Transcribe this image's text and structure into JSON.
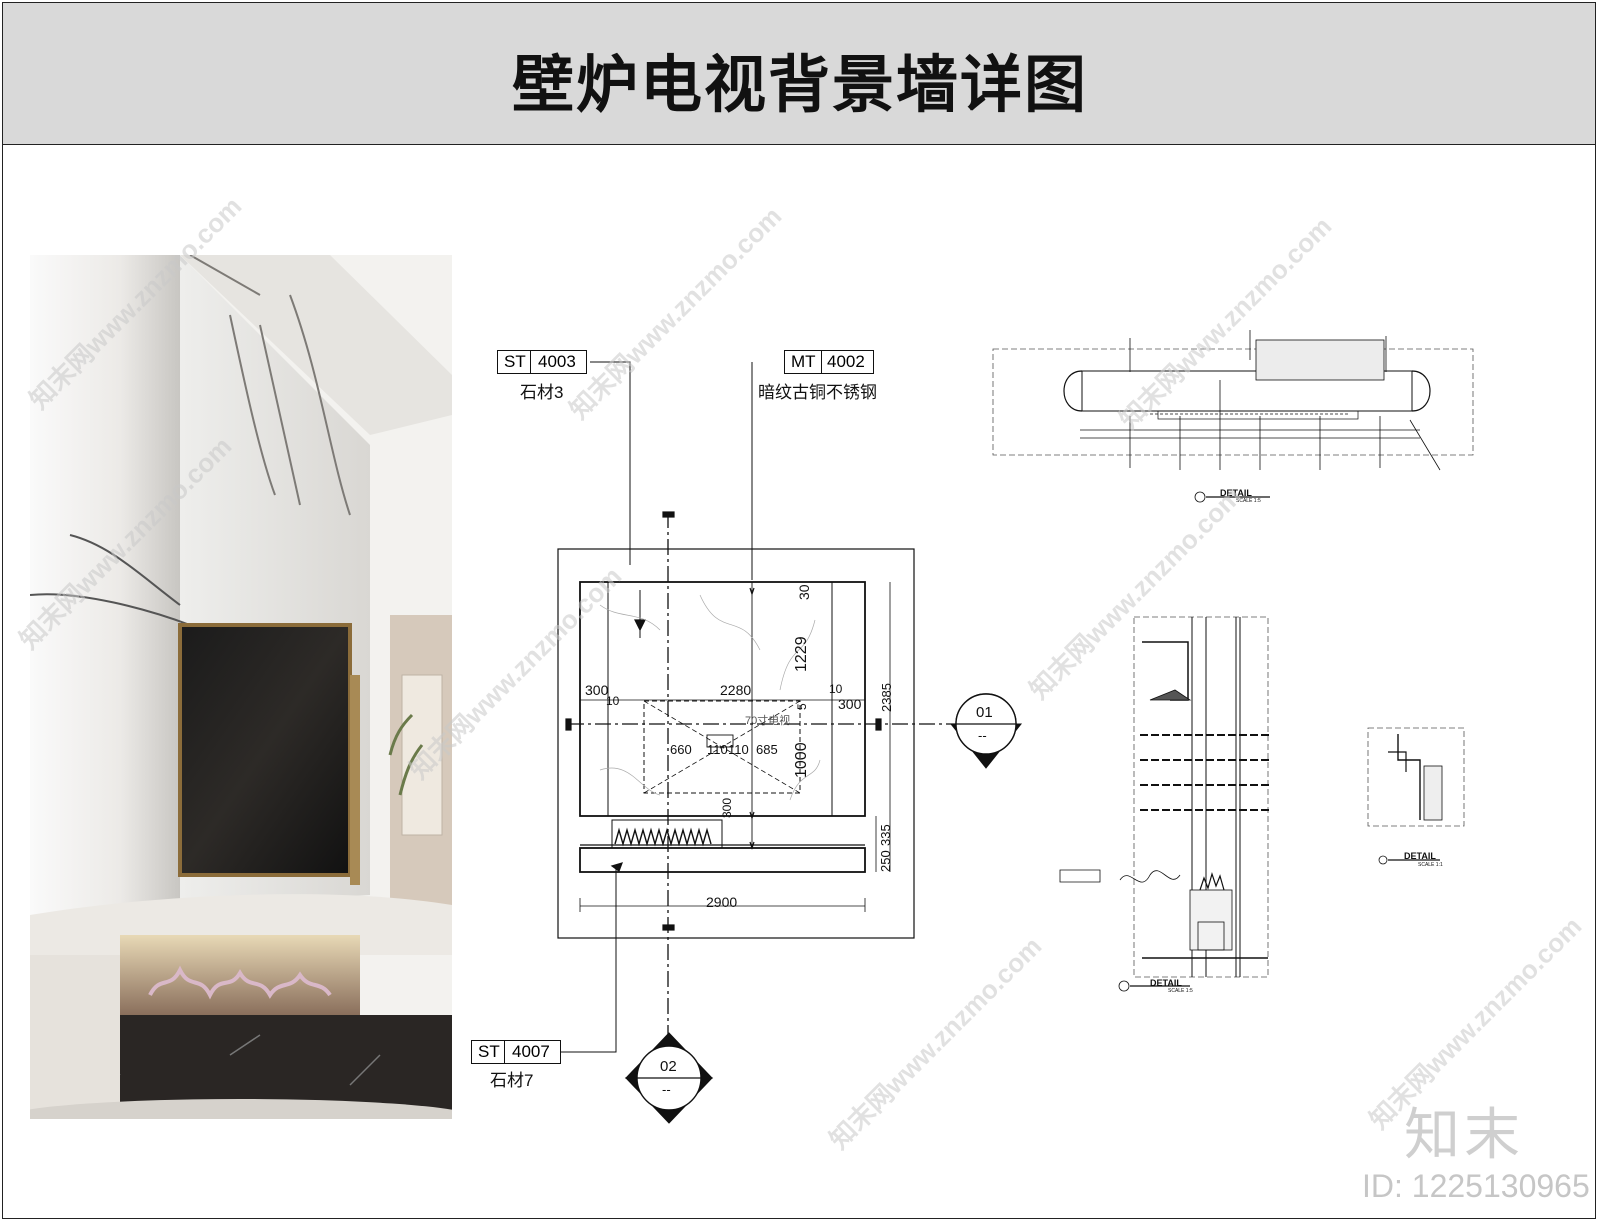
{
  "title": "壁炉电视背景墙详图",
  "tags": {
    "st4003": {
      "code": "ST",
      "num": "4003",
      "label": "石材3"
    },
    "mt4002": {
      "code": "MT",
      "num": "4002",
      "label": "暗纹古铜不锈钢"
    },
    "st4007": {
      "code": "ST",
      "num": "4007",
      "label": "石材7"
    }
  },
  "sections": {
    "s01": {
      "num": "01",
      "sub": "--"
    },
    "s02": {
      "num": "02",
      "sub": "--"
    }
  },
  "elevation_dims": {
    "d300a": "300",
    "d10a": "10",
    "d2280": "2280",
    "d10b": "10",
    "d300b": "300",
    "d30": "30",
    "d1229": "1229",
    "d5": "5",
    "d1000": "1000",
    "d660": "660",
    "d110a": "110",
    "d110b": "110",
    "d685": "685",
    "d300c": "300",
    "d2385": "2385",
    "d335": "335",
    "d250": "250",
    "d2900": "2900",
    "tv": "70寸电视"
  },
  "details": {
    "d1": {
      "label": "DETAIL",
      "scale": "SCALE 1:5"
    },
    "d2": {
      "label": "DETAIL",
      "scale": "SCALE 1:5"
    },
    "d3": {
      "label": "DETAIL",
      "scale": "SCALE 1:1"
    }
  },
  "watermark": "知末网www.znzmo.com",
  "logo": "知末",
  "id_text": "ID: 1225130965",
  "colors": {
    "title_bg": "#d9d9d9",
    "line": "#111111",
    "watermark": "#c9c9c9"
  }
}
